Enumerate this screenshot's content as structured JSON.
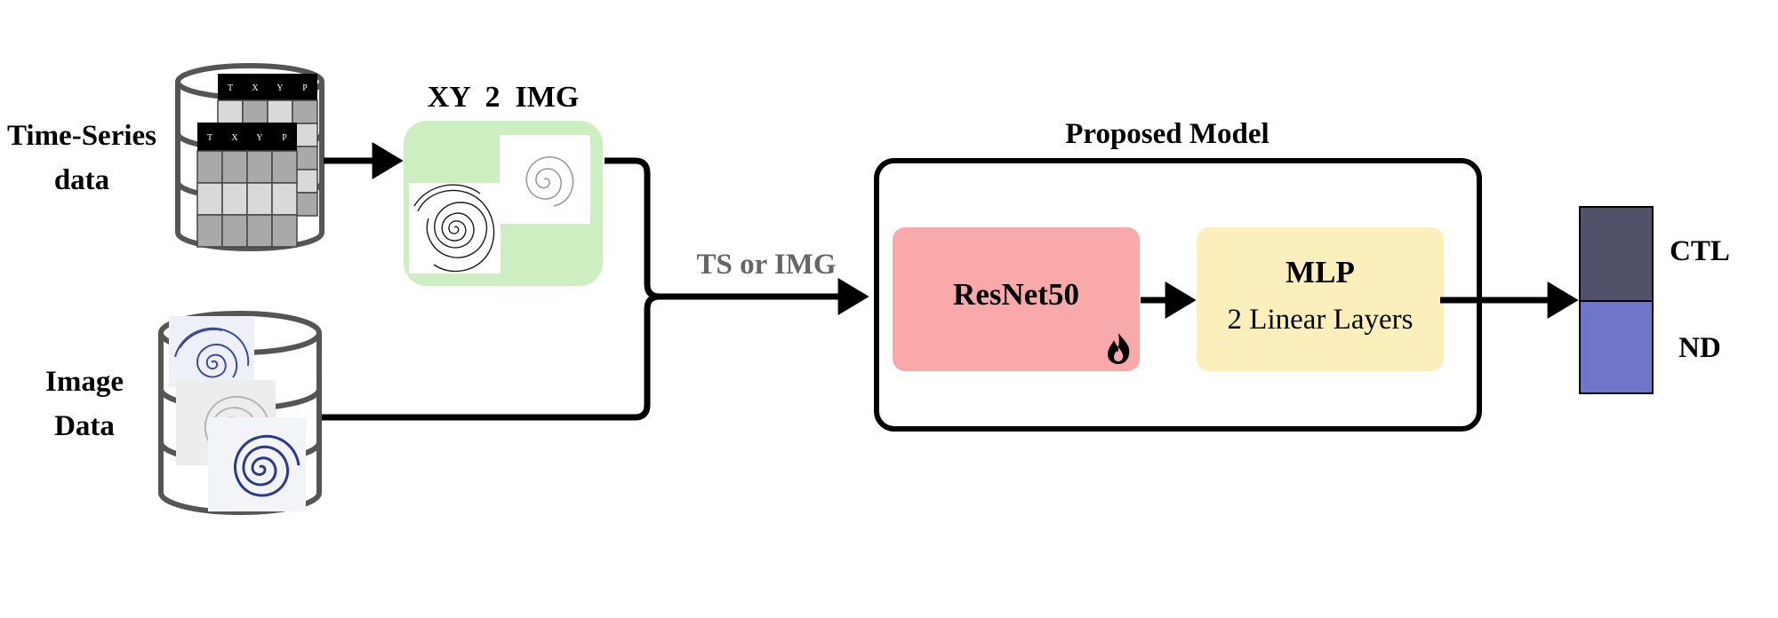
{
  "labels": {
    "ts_line1": "Time-Series",
    "ts_line2": "data",
    "img_line1": "Image",
    "img_line2": "Data",
    "xy2img": "XY  2  IMG",
    "ts_or_img": "TS or IMG",
    "proposed_model": "Proposed Model",
    "resnet": "ResNet50",
    "mlp_title": "MLP",
    "mlp_sub": "2 Linear Layers",
    "ctl": "CTL",
    "nd": "ND"
  },
  "table_headers": [
    "T",
    "X",
    "Y",
    "P"
  ],
  "colors": {
    "xy2img_bg": "#cdeec0",
    "resnet_bg": "#f9a9a9",
    "mlp_bg": "#fbefbb",
    "ctl_bar": "#51526a",
    "nd_bar": "#6f76c9",
    "spiral_blue": "#2b3a8f"
  },
  "icons": {
    "fire": "fire-icon",
    "database_ts": "database-icon",
    "database_img": "database-icon"
  }
}
